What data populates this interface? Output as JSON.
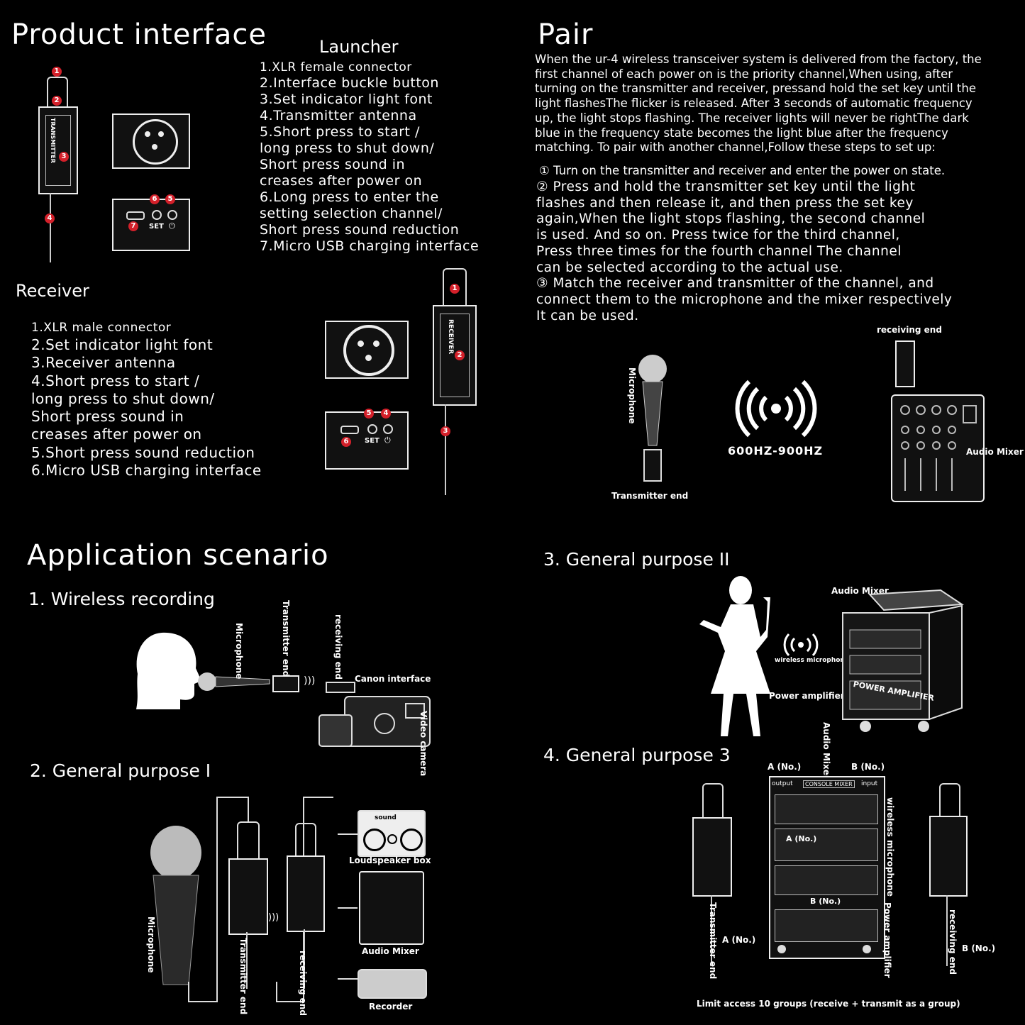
{
  "interface": {
    "title": "Product interface",
    "launcher": {
      "title": "Launcher",
      "items": [
        "1.XLR female connector",
        "2.Interface buckle button",
        "3.Set indicator light font",
        "4.Transmitter antenna",
        "5.Short press to start /",
        "long press to shut down/",
        "Short press sound in",
        "creases after power on",
        "6.Long press to enter the",
        " setting selection channel/",
        "Short press sound reduction",
        "7.Micro USB charging interface"
      ]
    },
    "receiver": {
      "title": "Receiver",
      "items": [
        "1.XLR male connector",
        "2.Set indicator light font",
        "3.Receiver antenna",
        "4.Short press to start /",
        " long press to shut down/",
        "Short press sound in",
        "creases after power on",
        "5.Short press sound reduction",
        "6.Micro USB charging interface"
      ]
    },
    "set_label": "SET",
    "device_text": "TRANSMITTER",
    "receiver_text": "RECEIVER",
    "badges": [
      "1",
      "2",
      "3",
      "4",
      "5",
      "6",
      "7"
    ]
  },
  "pair": {
    "title": "Pair",
    "intro": [
      "When the ur-4 wireless transceiver system is delivered from the factory, the",
      " first channel of each power on is the priority channel,When using, after",
      " turning on the transmitter and receiver, pressand hold the set key until the",
      " light flashesThe flicker is released. After 3 seconds of automatic frequency",
      "up, the light stops flashing. The receiver lights will never be rightThe dark",
      " blue in the frequency state becomes the light blue after the frequency",
      "matching. To pair with another channel,Follow these steps to set up:"
    ],
    "step1": "① Turn on the transmitter and receiver and enter the power on state.",
    "steps": [
      "② Press and hold the transmitter set key until the light",
      "flashes and then release it, and then press the set key",
      "again,When the light stops flashing, the second channel",
      "is used. And so on. Press twice for the third channel,",
      "Press three times for the fourth channel The channel",
      "can be selected according to the actual use.",
      " ③ Match the receiver and transmitter of the channel, and",
      " connect them to the microphone and the mixer respectively",
      "It can be used."
    ],
    "labels": {
      "microphone": "Microphone",
      "transmitter_end": "Transmitter end",
      "frequency": "600HZ-900HZ",
      "receiving_end": "receiving end",
      "audio_mixer": "Audio Mixer"
    }
  },
  "application": {
    "title": "Application scenario",
    "s1": {
      "title": "1. Wireless recording",
      "microphone": "Microphone",
      "transmitter_end": "Transmitter end",
      "receiving_end": "receiving end",
      "canon_interface": "Canon interface",
      "video_camera": "Video camera"
    },
    "s2": {
      "title": "2. General purpose I",
      "microphone": "Microphone",
      "transmitter_end": "Transmitter end",
      "receiving_end": "receiving end",
      "loudspeaker_box": "Loudspeaker box",
      "sound": "sound",
      "audio_mixer": "Audio Mixer",
      "recorder": "Recorder"
    },
    "s3": {
      "title": "3. General purpose II",
      "audio_mixer": "Audio Mixer",
      "wireless_microphone": "wireless microphone",
      "power_amplifier": "Power amplifier",
      "power_amplifier_panel": "POWER AMPLIFIER"
    },
    "s4": {
      "title": "4. General purpose 3",
      "audio_mixer": "Audio Mixer",
      "a_no": "A (No.)",
      "b_no": "B (No.)",
      "output": "output",
      "console_mixer": "CONSOLE MIXER",
      "input": "input",
      "wireless_microphone": "wireless microphone",
      "power_amplifier": "Power amplifier",
      "transmitter_end": "Transmitter end",
      "receiving_end": "receiving end",
      "footer": "Limit access 10 groups (receive + transmit as a group)"
    }
  }
}
